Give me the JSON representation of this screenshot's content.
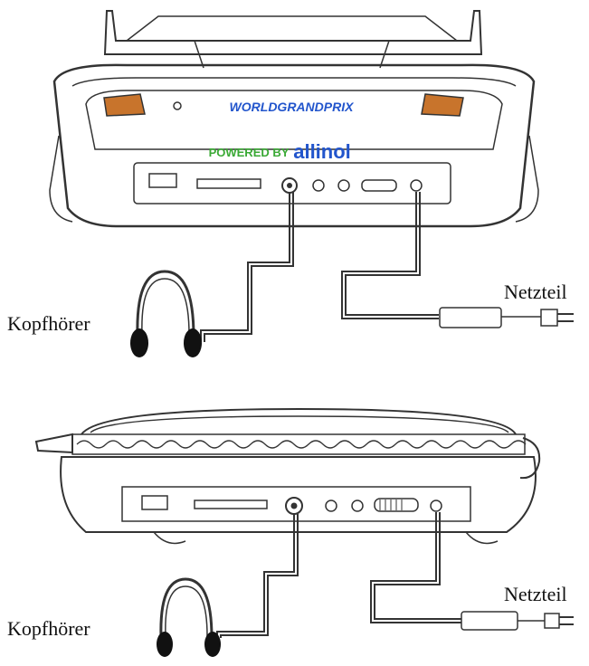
{
  "top_device": {
    "brand_logo": "WORLDGRANDPRIX",
    "powered_by": "POWERED BY",
    "brand_name": "allinol",
    "colors": {
      "logo_blue": "#2255cc",
      "logo_green": "#3aa935",
      "taillight": "#c8742c"
    }
  },
  "labels": {
    "headphones_top": "Kopfhörer",
    "power_top": "Netzteil",
    "headphones_bottom": "Kopfhörer",
    "power_bottom": "Netzteil"
  }
}
